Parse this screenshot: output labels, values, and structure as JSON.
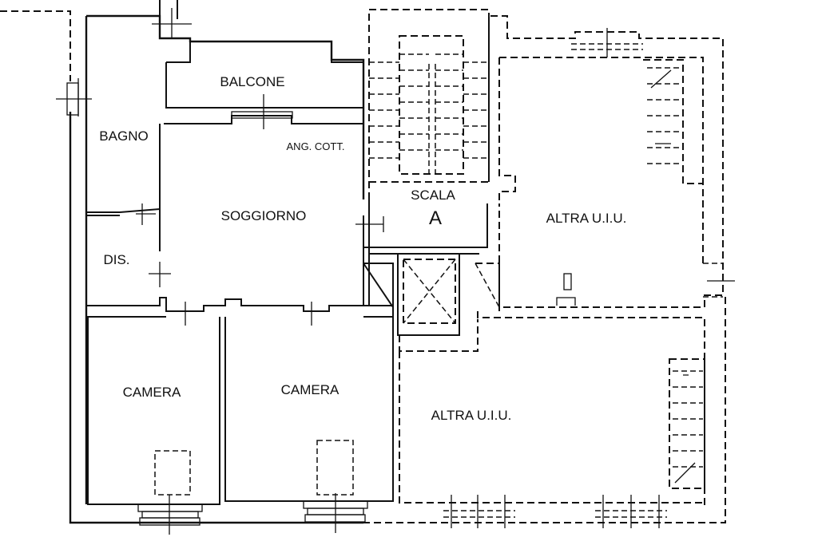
{
  "rooms": {
    "balcone": "BALCONE",
    "bagno": "BAGNO",
    "ang_cott": "ANG. COTT.",
    "soggiorno": "SOGGIORNO",
    "dis": "DIS.",
    "scala": "SCALA",
    "scala_letter": "A",
    "altra_uiu_top": "ALTRA U.I.U.",
    "camera_left": "CAMERA",
    "camera_right": "CAMERA",
    "altra_uiu_bottom": "ALTRA U.I.U."
  }
}
